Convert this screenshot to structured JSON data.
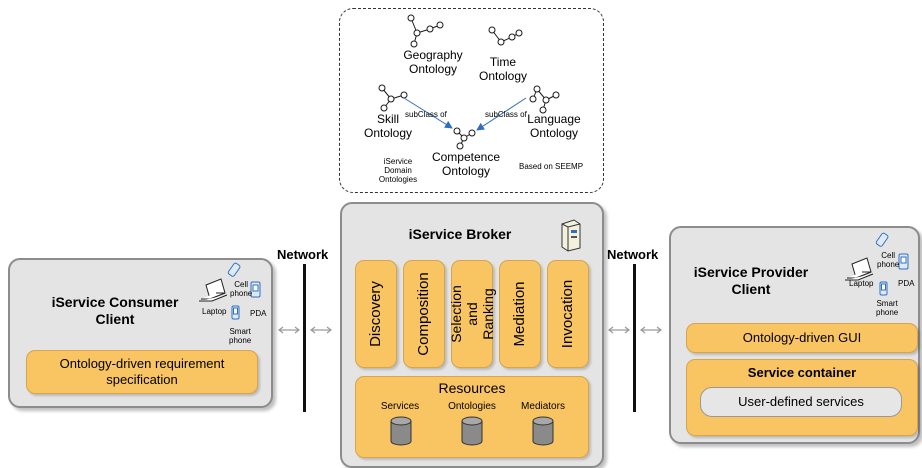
{
  "ontologies": {
    "geography": "Geography\nOntology",
    "time": "Time\nOntology",
    "skill": "Skill\nOntology",
    "language": "Language\nOntology",
    "competence": "Competence\nOntology",
    "subclass_left": "subClass of",
    "subclass_right": "subClass of",
    "domain_note": "iService\nDomain Ontologies",
    "based_on": "Based on SEEMP"
  },
  "network_left": "Network",
  "network_right": "Network",
  "consumer": {
    "title": "iService Consumer\nClient",
    "laptop": "Laptop",
    "cell_phone": "Cell\nphone",
    "pda": "PDA",
    "smart_phone": "Smart\nphone",
    "box": "Ontology-driven requirement\nspecification"
  },
  "broker": {
    "title": "iService Broker",
    "modules": [
      "Discovery",
      "Composition",
      "Selection and\nRanking",
      "Mediation",
      "Invocation"
    ],
    "resources": {
      "title": "Resources",
      "items": [
        "Services",
        "Ontologies",
        "Mediators"
      ]
    }
  },
  "provider": {
    "title": "iService Provider\nClient",
    "laptop": "Laptop",
    "cell_phone": "Cell\nphone",
    "pda": "PDA",
    "smart_phone": "Smart\nphone",
    "gui": "Ontology-driven GUI",
    "container_title": "Service container",
    "user_services": "User-defined services"
  },
  "colors": {
    "panel": "#e4e4e4",
    "module": "#f9c462",
    "arrow": "#2f6fc0",
    "db": "#8a8a8a"
  },
  "icons": [
    "ontology-graph-icon",
    "server-icon",
    "laptop-icon",
    "cell-phone-icon",
    "pda-icon",
    "smart-phone-icon",
    "database-icon",
    "bidirectional-arrow-icon"
  ]
}
